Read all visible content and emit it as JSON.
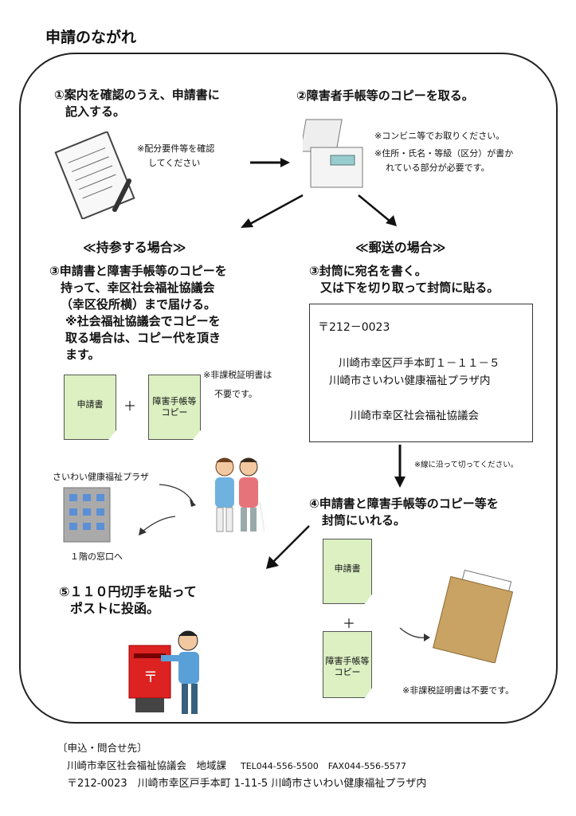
{
  "title": "申請のながれ",
  "step1": {
    "line1": "①案内を確認のうえ、申請書に",
    "line2": "記入する。",
    "note1": "※配分要件等を確認",
    "note2": "してください"
  },
  "step2": {
    "text": "②障害者手帳等のコピーを取る。",
    "note1": "※コンビニ等でお取りください。",
    "note2": "※住所・氏名・等級（区分）が書か",
    "note3": "れている部分が必要です。"
  },
  "left_section": "≪持参する場合≫",
  "right_section": "≪郵送の場合≫",
  "step3_left": {
    "l1": "③申請書と障害手帳等のコピーを",
    "l2": "持って、幸区社会福祉協議会",
    "l3": "（幸区役所横）まで届ける。",
    "l4": "※社会福祉協議会でコピーを",
    "l5": "取る場合は、コピー代を頂き",
    "l6": "ます。"
  },
  "step3_right": {
    "l1": "③封筒に宛名を書く。",
    "l2": "又は下を切り取って封筒に貼る。"
  },
  "address": {
    "zip": "〒212－0023",
    "line1": "川崎市幸区戸手本町１－１１－５",
    "line2": "川崎市さいわい健康福祉プラザ内",
    "org": "川崎市幸区社会福祉協議会"
  },
  "cut_note": "※線に沿って切ってください。",
  "doc_application": "申請書",
  "doc_copy_1": "障害手帳等",
  "doc_copy_2": "コピー",
  "plus": "＋",
  "tax_note_1": "※非課税証明書は",
  "tax_note_2": "不要です。",
  "tax_note_full": "※非課税証明書は不要です。",
  "plaza_label": "さいわい健康福祉プラザ",
  "floor_label": "１階の窓口へ",
  "step4": {
    "l1": "④申請書と障害手帳等のコピー等を",
    "l2": "封筒にいれる。"
  },
  "step5": {
    "l1": "⑤１１０円切手を貼って",
    "l2": "ポストに投函。"
  },
  "contact": {
    "header": "〔申込・問合せ先〕",
    "org": "川崎市幸区社会福祉協議会　地域課",
    "tel": "TEL044-556-5500",
    "fax": "FAX044-556-5577",
    "address": "〒212-0023　川崎市幸区戸手本町 1-11-5 川崎市さいわい健康福祉プラザ内"
  }
}
